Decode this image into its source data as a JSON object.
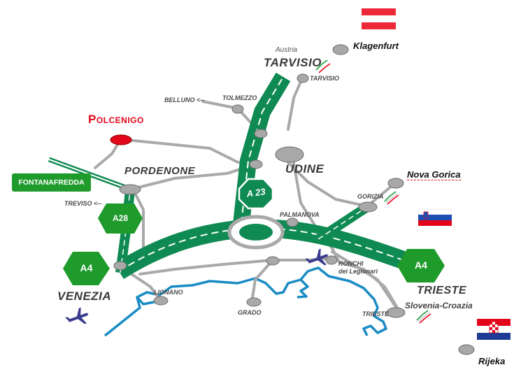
{
  "labels": {
    "austria_country": "Austria",
    "tarvisio_big": "TARVISIO",
    "tarvisio_small": "TARVISIO",
    "klagenfurt": "Klagenfurt",
    "belluno": "BELLUNO <--",
    "tolmezzo": "TOLMEZZO",
    "polcenigo": "Polcenigo",
    "fontanafredda": "FONTANAFREDDA",
    "pordenone": "PORDENONE",
    "udine": "UDINE",
    "nova_gorica": "Nova Gorica",
    "gorizia": "GORIZIA",
    "treviso": "TREVISO <--",
    "palmanova": "PALMANOVA",
    "ronchi": "RONCHI\ndei Legionari",
    "venezia": "VENEZIA",
    "lignano": "LIGNANO",
    "grado": "GRADO",
    "trieste_big": "TRIESTE",
    "slovenia_croazia": "Slovenia-Croazia",
    "trieste_small": "TRIESTE",
    "rijeka": "Rijeka"
  },
  "road_badges": {
    "a23": "A 23",
    "a28": "A28",
    "a4_west": "A4",
    "a4_east": "A4"
  },
  "colors": {
    "motorway_green": "#0f8a52",
    "badge_green": "#1f9b2c",
    "road_grey": "#a9a9a9",
    "city_dot": "#a8a8a8",
    "highlight_red": "#e3061a",
    "coast_blue": "#1a8bc4",
    "plane": "#3b3b8f"
  },
  "icons": [
    "airplane-icon-venezia",
    "airplane-icon-ronchi",
    "flag-austria-icon",
    "flag-slovenia-icon",
    "flag-croatia-icon",
    "tricolor-swoosh-icon"
  ]
}
